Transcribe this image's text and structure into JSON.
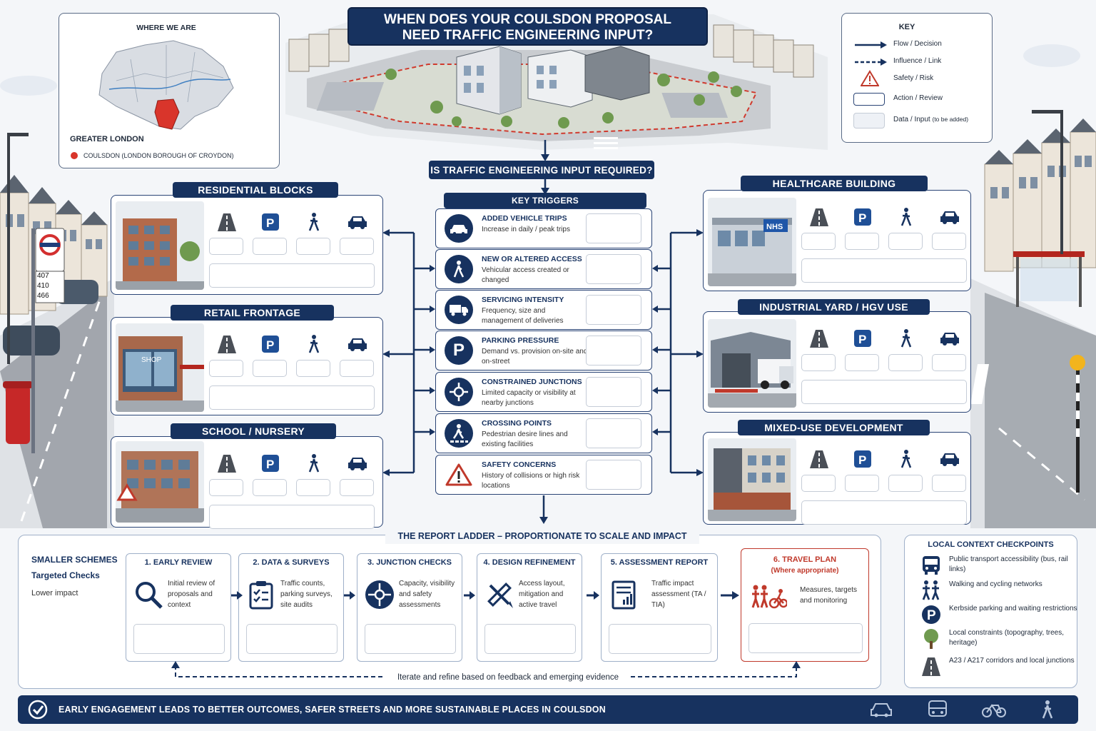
{
  "title": {
    "line1": "WHEN DOES YOUR COULSDON PROPOSAL",
    "line2": "NEED TRAFFIC ENGINEERING INPUT?"
  },
  "location_map": {
    "heading": "WHERE WE ARE",
    "region_label": "GREATER LONDON",
    "legend_label": "COULSDON (LONDON BOROUGH OF CROYDON)",
    "highlight_color": "#d9352b"
  },
  "key": {
    "heading": "KEY",
    "items": [
      {
        "label": "Flow / Decision"
      },
      {
        "label": "Influence / Link"
      },
      {
        "label": "Safety / Risk"
      },
      {
        "label": "Action / Review"
      },
      {
        "label": "Data / Input",
        "note": "(to be added)"
      }
    ]
  },
  "question": "IS TRAFFIC ENGINEERING INPUT REQUIRED?",
  "triggers": {
    "heading": "KEY TRIGGERS",
    "items": [
      {
        "title": "ADDED VEHICLE TRIPS",
        "desc": "Increase in daily / peak trips",
        "icon": "car-icon"
      },
      {
        "title": "NEW OR ALTERED ACCESS",
        "desc": "Vehicular access created or changed",
        "icon": "pedestrian-icon"
      },
      {
        "title": "SERVICING INTENSITY",
        "desc": "Frequency, size and management of deliveries",
        "icon": "truck-icon"
      },
      {
        "title": "PARKING PRESSURE",
        "desc": "Demand vs. provision on-site and on-street",
        "icon": "parking-icon"
      },
      {
        "title": "CONSTRAINED JUNCTIONS",
        "desc": "Limited capacity or visibility at nearby junctions",
        "icon": "roundabout-icon"
      },
      {
        "title": "CROSSING POINTS",
        "desc": "Pedestrian desire lines and existing facilities",
        "icon": "crossing-icon"
      },
      {
        "title": "SAFETY CONCERNS",
        "desc": "History of collisions or high risk locations",
        "icon": "warning-icon"
      }
    ]
  },
  "development_types": {
    "left": [
      {
        "label": "RESIDENTIAL BLOCKS"
      },
      {
        "label": "RETAIL FRONTAGE",
        "sign": "SHOP"
      },
      {
        "label": "SCHOOL / NURSERY"
      }
    ],
    "right": [
      {
        "label": "HEALTHCARE BUILDING",
        "sign": "NHS"
      },
      {
        "label": "INDUSTRIAL YARD / HGV USE"
      },
      {
        "label": "MIXED-USE DEVELOPMENT"
      }
    ]
  },
  "bus_stop": {
    "routes": [
      "407",
      "410",
      "466"
    ]
  },
  "ladder": {
    "heading": "THE REPORT LADDER – PROPORTIONATE TO SCALE AND IMPACT",
    "side_title1": "SMALLER SCHEMES",
    "side_title2": "Targeted Checks",
    "side_note": "Lower impact",
    "steps": [
      {
        "title": "1. EARLY REVIEW",
        "desc": "Initial review of proposals and context"
      },
      {
        "title": "2. DATA & SURVEYS",
        "desc": "Traffic counts, parking surveys, site audits"
      },
      {
        "title": "3. JUNCTION CHECKS",
        "desc": "Capacity, visibility and safety assessments"
      },
      {
        "title": "4. DESIGN REFINEMENT",
        "desc": "Access layout, mitigation and active travel"
      },
      {
        "title": "5. ASSESSMENT REPORT",
        "desc": "Traffic impact assessment (TA / TIA)"
      },
      {
        "title": "6. TRAVEL PLAN",
        "subtitle": "(Where appropriate)",
        "desc": "Measures, targets and monitoring"
      }
    ],
    "iterate_note": "Iterate and refine based on feedback and emerging evidence",
    "accent_color": "#c0392b"
  },
  "local_context": {
    "heading": "LOCAL CONTEXT CHECKPOINTS",
    "items": [
      {
        "text": "Public transport accessibility (bus, rail links)",
        "icon": "bus-icon"
      },
      {
        "text": "Walking and cycling networks",
        "icon": "walkers-icon"
      },
      {
        "text": "Kerbside parking and waiting restrictions",
        "icon": "parking-icon"
      },
      {
        "text": "Local constraints (topography, trees, heritage)",
        "icon": "tree-icon"
      },
      {
        "text": "A23 / A217 corridors and local junctions",
        "icon": "road-icon"
      }
    ]
  },
  "footer": {
    "message": "EARLY ENGAGEMENT LEADS TO BETTER OUTCOMES, SAFER STREETS AND MORE SUSTAINABLE PLACES IN COULSDON"
  },
  "colors": {
    "navy": "#17325f",
    "red": "#c0392b",
    "panel_border": "#2b4576"
  }
}
